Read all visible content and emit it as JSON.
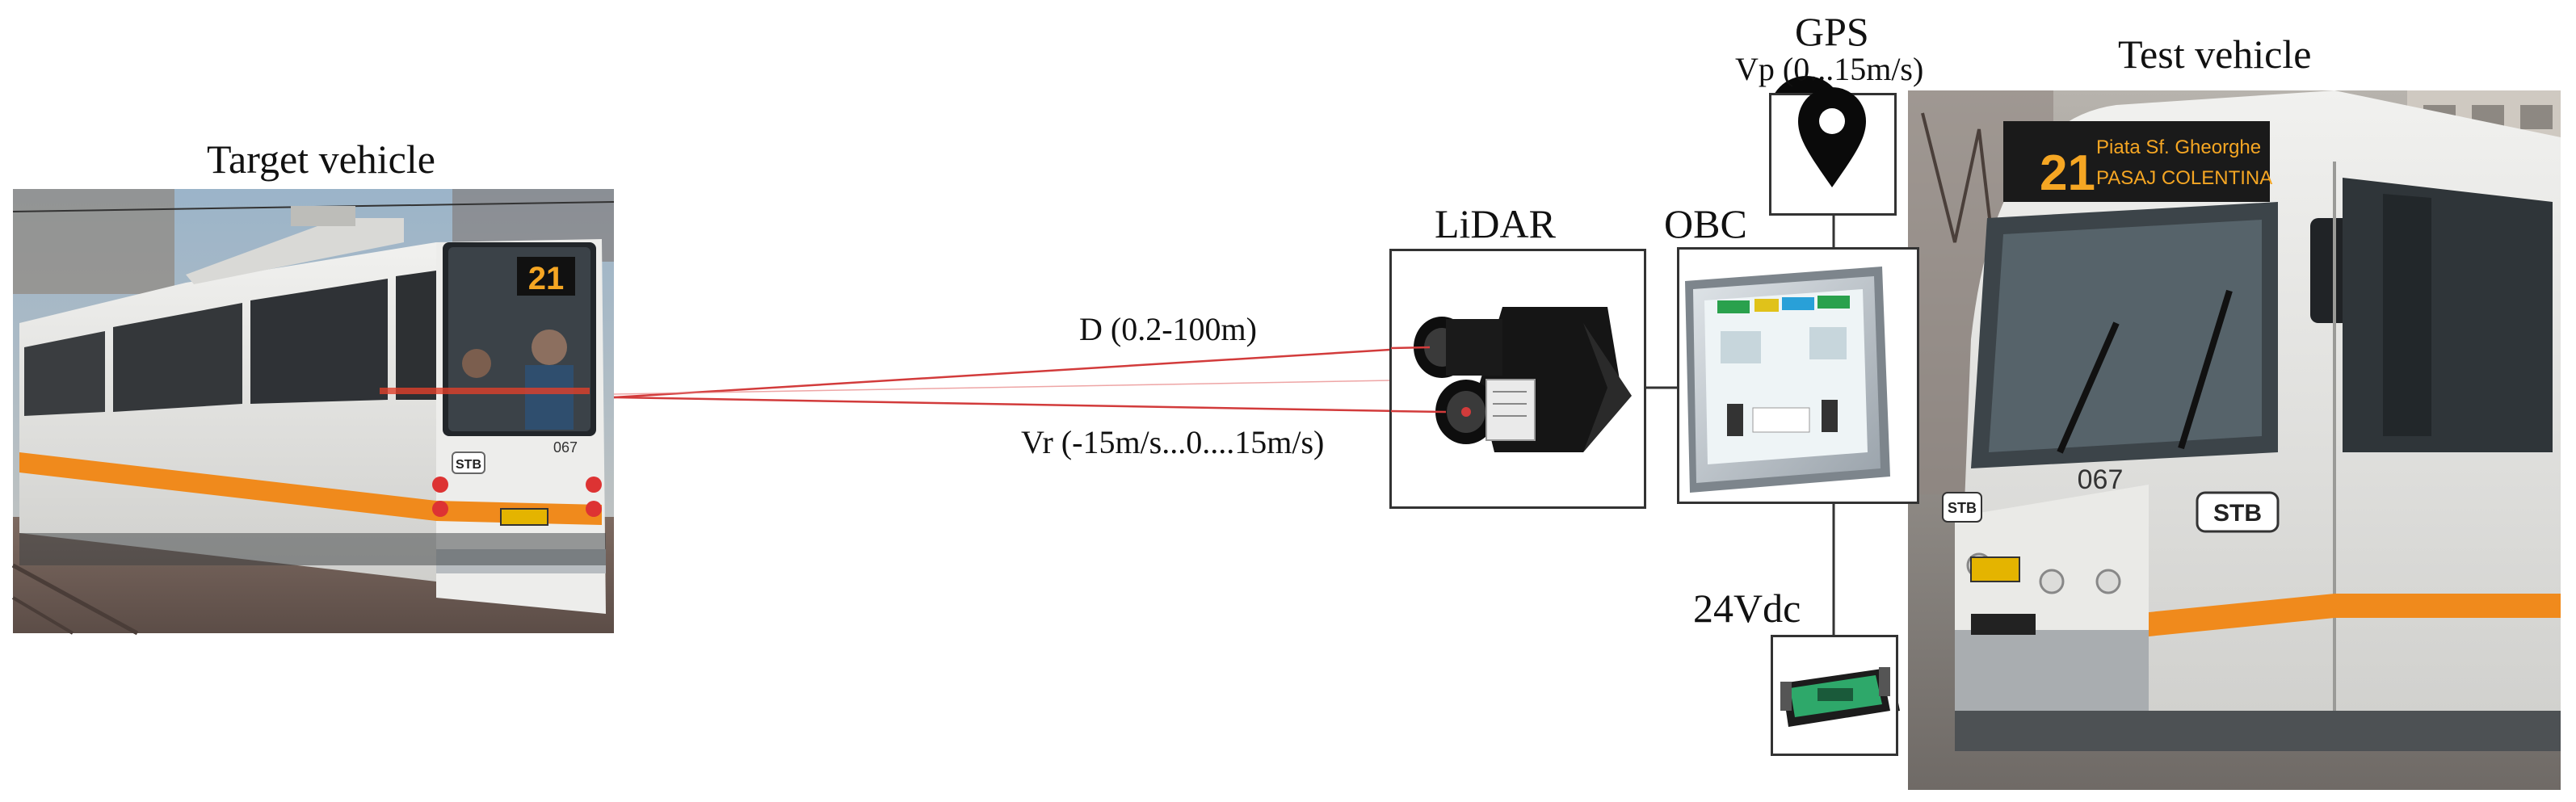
{
  "labels": {
    "target_vehicle": "Target vehicle",
    "test_vehicle": "Test vehicle",
    "gps": "GPS",
    "gps_speed": "Vp (0...15m/s)",
    "lidar": "LiDAR",
    "obc": "OBC",
    "power": "24Vdc",
    "distance": "D (0.2-100m)",
    "relative_speed": "Vr (-15m/s...0....15m/s)"
  },
  "target_tram": {
    "route_number": "21",
    "fleet_number": "067",
    "brand": "STB"
  },
  "test_tram": {
    "route_number": "21",
    "display_line1": "Piata Sf. Gheorghe",
    "display_line2": "PASAJ COLENTINA",
    "fleet_number": "067",
    "brand": "STB"
  },
  "colors": {
    "laser": "#d23b3b",
    "box_border": "#333333",
    "tram_orange": "#f08a1c",
    "tram_body": "#e8e8e6",
    "led_amber": "#f5a623"
  }
}
